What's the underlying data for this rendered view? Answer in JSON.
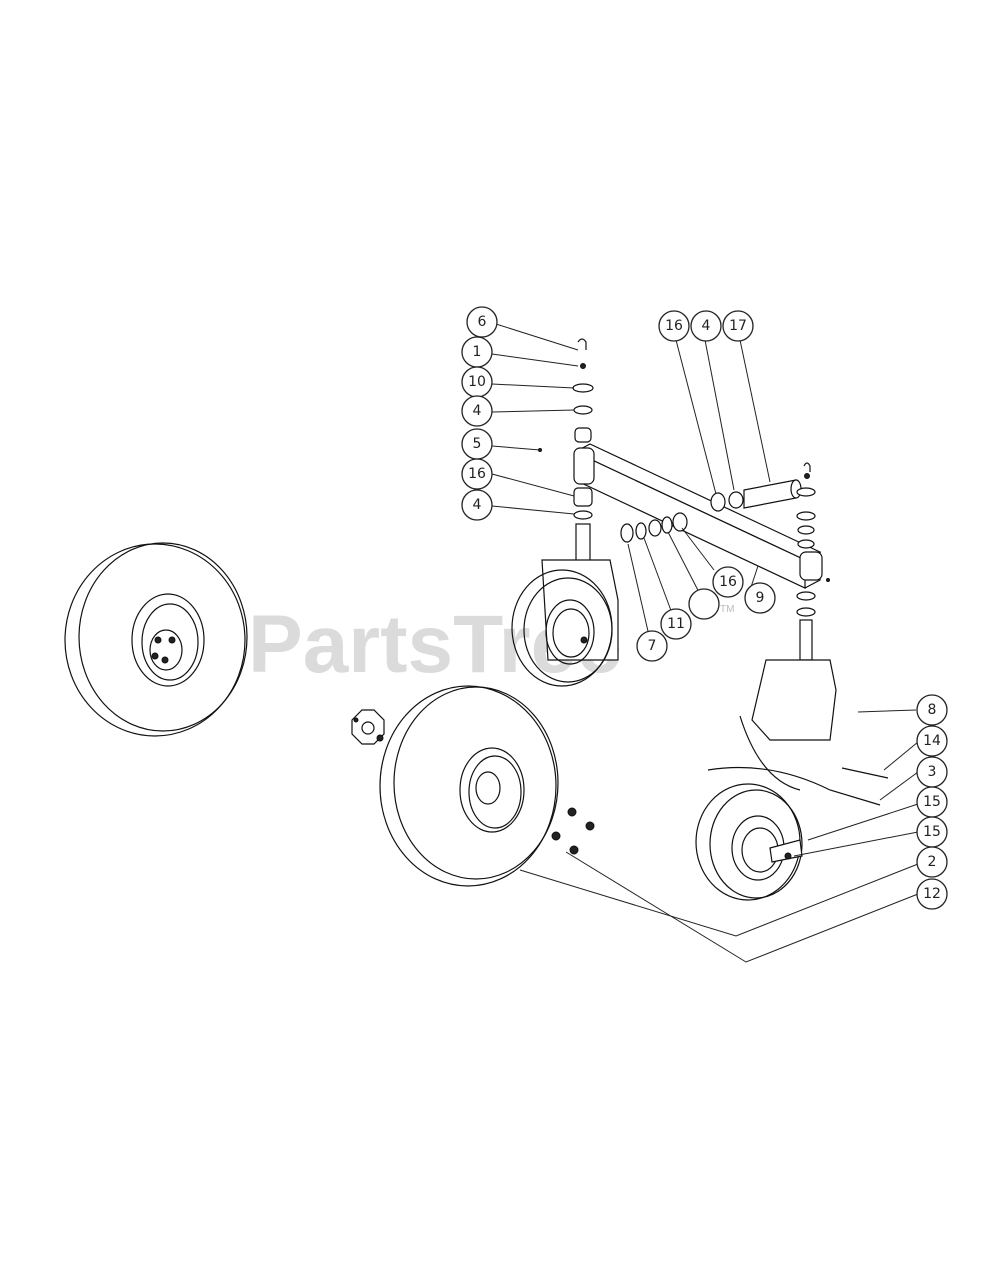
{
  "watermark": {
    "text": "PartsTree",
    "tm": "TM"
  },
  "callouts": [
    {
      "label": "6"
    },
    {
      "label": "1"
    },
    {
      "label": "10"
    },
    {
      "label": "4"
    },
    {
      "label": "5"
    },
    {
      "label": "16"
    },
    {
      "label": "4"
    },
    {
      "label": "16"
    },
    {
      "label": "4"
    },
    {
      "label": "17"
    },
    {
      "label": "16"
    },
    {
      "label": "9"
    },
    {
      "label": ""
    },
    {
      "label": "11"
    },
    {
      "label": "7"
    },
    {
      "label": "8"
    },
    {
      "label": "14"
    },
    {
      "label": "3"
    },
    {
      "label": "15"
    },
    {
      "label": "15"
    },
    {
      "label": "2"
    },
    {
      "label": "12"
    }
  ]
}
